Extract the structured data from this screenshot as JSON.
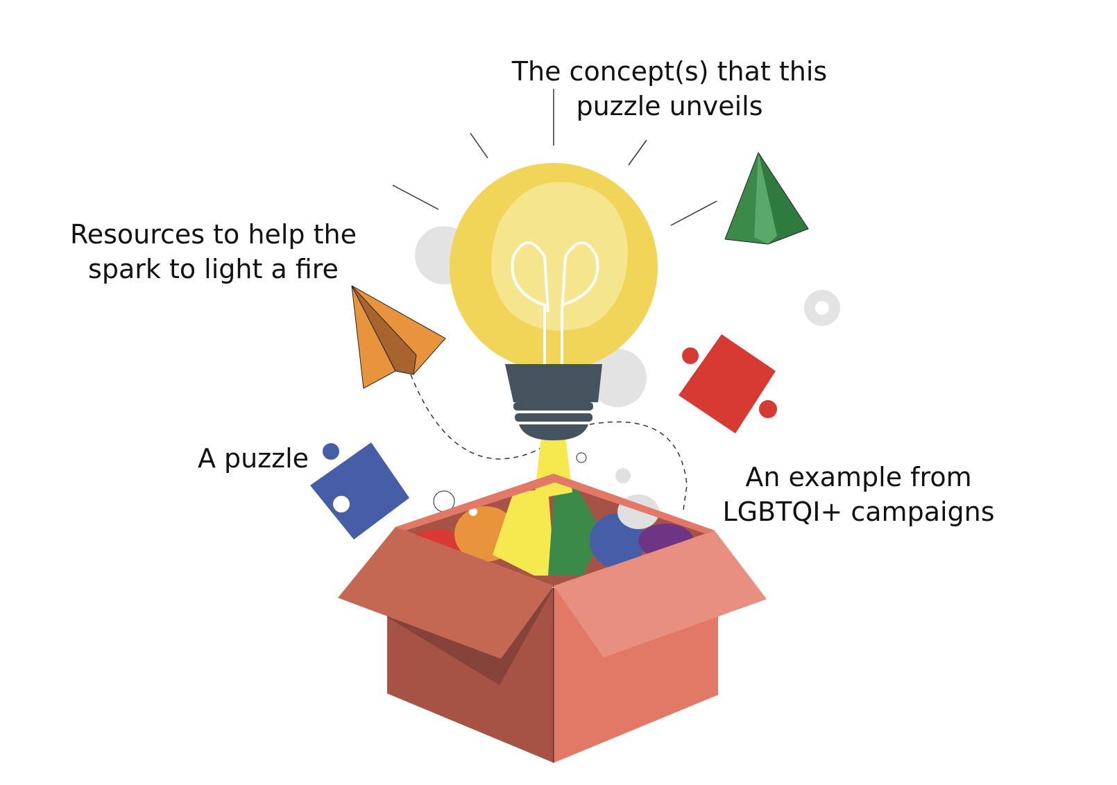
{
  "labels": {
    "concept": [
      "The concept(s) that this",
      "puzzle unveils"
    ],
    "resources": [
      "Resources to help the",
      "spark to light a fire"
    ],
    "puzzle": "A puzzle",
    "example": [
      "An example from",
      "LGBTQI+ campaigns"
    ]
  },
  "colors": {
    "bulb": "#f0d558",
    "bulb_inner": "#f5e58c",
    "socket": "#44535e",
    "box_dark": "#a65346",
    "box_mid": "#c46753",
    "box_light": "#e88f80",
    "box_front_right": "#e27866",
    "puzzle_red": "#d63a33",
    "puzzle_blue": "#465ea8",
    "plane_orange": "#e8943c",
    "plane_green": "#3c8a4a",
    "rainbow": [
      "#d63a33",
      "#e8943c",
      "#f5e94f",
      "#3c8a4a",
      "#465ea8",
      "#6e3585"
    ]
  }
}
